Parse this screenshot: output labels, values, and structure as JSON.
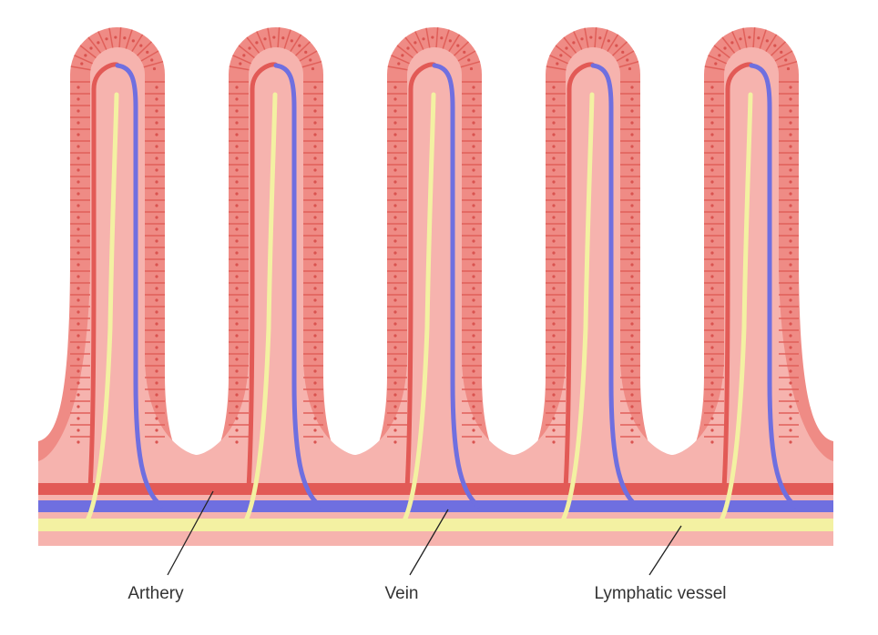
{
  "labels": {
    "artery": "Arthery",
    "vein": "Vein",
    "lymph": "Lymphatic vessel"
  },
  "colors": {
    "background": "#ffffff",
    "epithelium": "#ef8b85",
    "epithelium_line": "#e0605a",
    "lamina_propria": "#f6b3ae",
    "artery": "#e25a56",
    "vein": "#6f6fe0",
    "lymph": "#f3f1a2",
    "nucleus": "#d9534f",
    "leader_line": "#222222"
  },
  "villi_count": 5
}
